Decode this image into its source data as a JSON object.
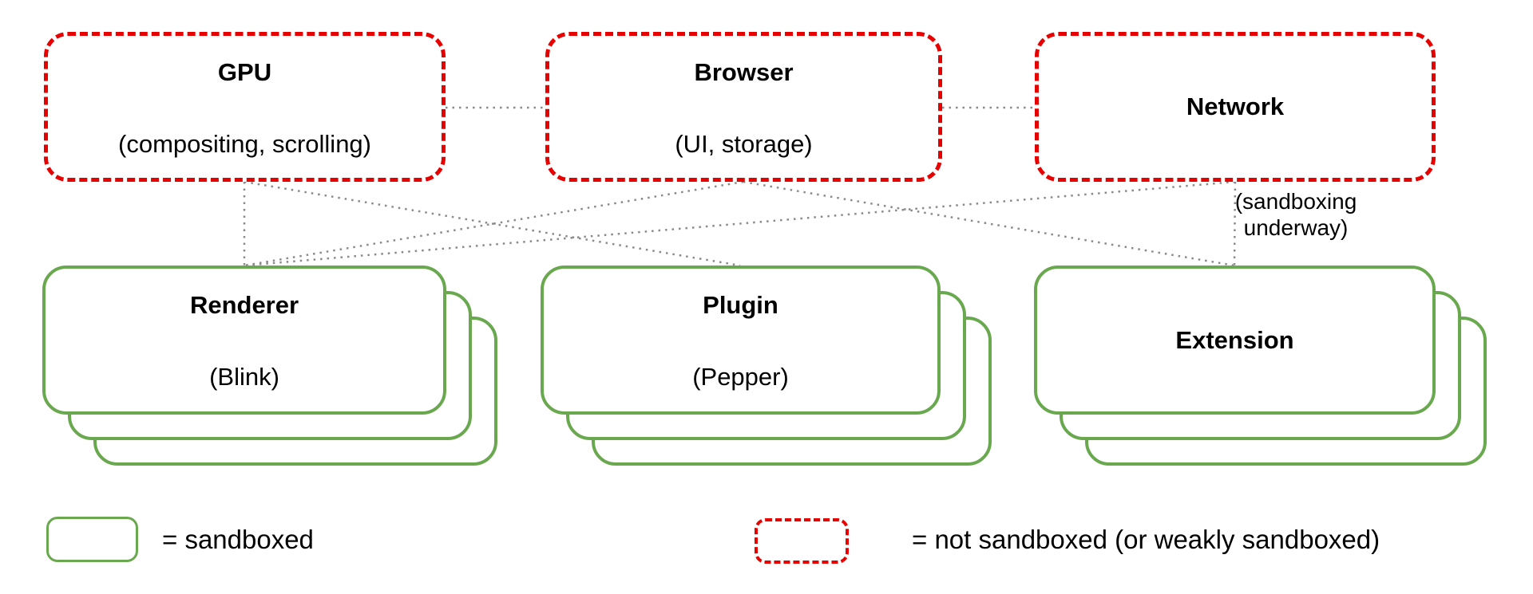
{
  "boxes": {
    "top": [
      {
        "title": "GPU",
        "subtitle": "(compositing, scrolling)"
      },
      {
        "title": "Browser",
        "subtitle": "(UI, storage)"
      },
      {
        "title": "Network",
        "note": "(sandboxing underway)"
      }
    ],
    "bottom": [
      {
        "title": "Renderer",
        "subtitle": "(Blink)"
      },
      {
        "title": "Plugin",
        "subtitle": "(Pepper)"
      },
      {
        "title": "Extension"
      }
    ]
  },
  "connections": [
    {
      "from": "GPU",
      "to": "Browser"
    },
    {
      "from": "Browser",
      "to": "Network"
    },
    {
      "from": "GPU",
      "to": "Renderer"
    },
    {
      "from": "GPU",
      "to": "Plugin"
    },
    {
      "from": "Browser",
      "to": "Renderer"
    },
    {
      "from": "Browser",
      "to": "Extension"
    },
    {
      "from": "Network",
      "to": "Renderer"
    },
    {
      "from": "Network",
      "to": "Extension"
    }
  ],
  "legend": {
    "sandboxed": "= sandboxed",
    "not_sandboxed": "= not sandboxed (or weakly sandboxed)"
  },
  "colors": {
    "sandboxed_border": "#6aa84f",
    "not_sandboxed_border": "#e60000",
    "connector": "#8a8a8a",
    "text": "#000000",
    "background": "#ffffff"
  }
}
